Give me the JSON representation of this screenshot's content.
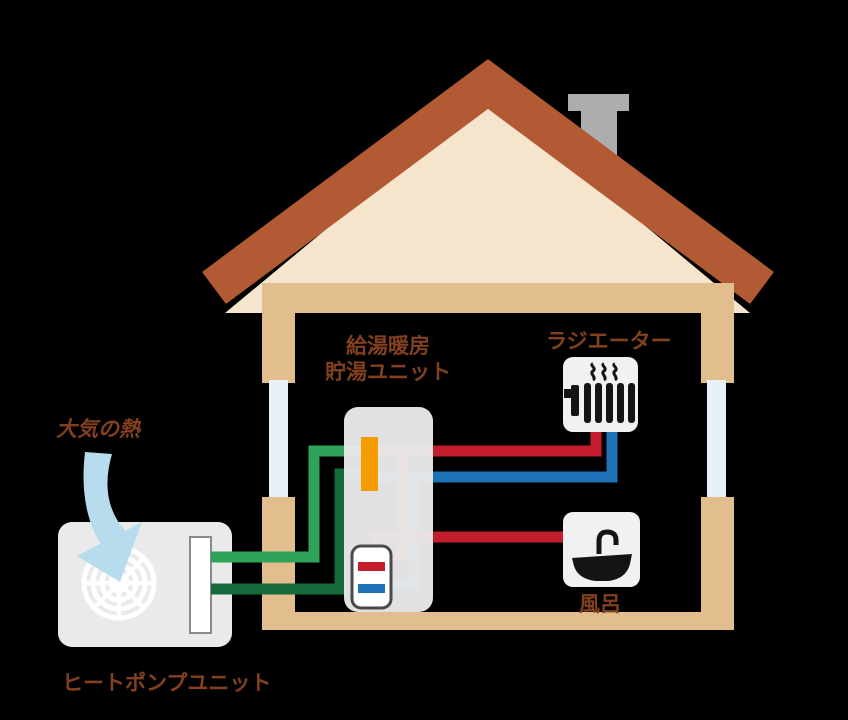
{
  "diagram": {
    "title_context": "heat-pump-house-system-diagram",
    "labels": {
      "air_heat": "大気の熱",
      "tank_unit_line1": "給湯暖房",
      "tank_unit_line2": "貯湯ユニット",
      "radiator": "ラジエーター",
      "bath": "風呂",
      "outdoor_unit": "ヒートポンプユニット"
    },
    "colors": {
      "background": "#000000",
      "roof": "#B15A33",
      "gable": "#F4E5CC",
      "chimney": "#ADADAD",
      "wall": "#E2BD8D",
      "window": "#E9F1F8",
      "unit_body": "#EAEAEA",
      "panel": "#FFFFFF",
      "fan": "#FFFFFF",
      "air_arrow": "#B6DCEE",
      "heat_exchanger": "#F59D00",
      "pipe_hot_red": "#C41E2D",
      "pipe_cold_blue": "#1E72B8",
      "pipe_green_light": "#2FA359",
      "pipe_green_dark": "#166B3A",
      "tank_stroke": "#4A4A4A",
      "appliance_box": "#F1F1F1",
      "icon_black": "#141414",
      "label_text": "#82401F"
    },
    "icons": [
      "fan-icon",
      "air-arrow-icon",
      "heat-exchanger",
      "radiator-icon",
      "bathtub-icon"
    ]
  }
}
